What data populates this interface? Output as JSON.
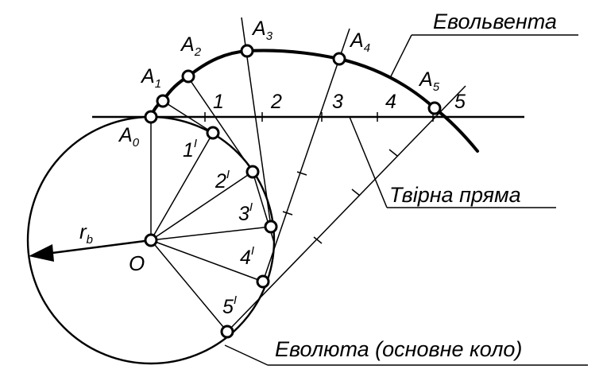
{
  "labels": {
    "evolvent_caption": "Евольвента",
    "generator_caption": "Твірна пряма",
    "evolute_caption": "Еволюта (основне коло)",
    "center": "O",
    "radius_main": "r",
    "radius_sub": "b",
    "point_letter": "A",
    "a_subs": [
      "0",
      "1",
      "2",
      "3",
      "4",
      "5"
    ],
    "line_marks": [
      "1",
      "2",
      "3",
      "4",
      "5"
    ],
    "circle_marks": [
      "1",
      "2",
      "3",
      "4",
      "5"
    ],
    "prime": "I"
  }
}
